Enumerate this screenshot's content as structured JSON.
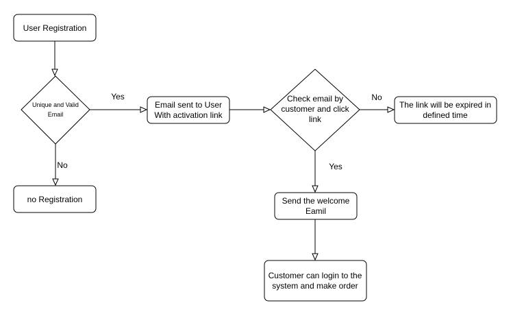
{
  "nodes": {
    "user_registration": {
      "label": "User Registration"
    },
    "unique_valid_email": {
      "line1": "Unique and Valid",
      "line2": "Email"
    },
    "no_registration": {
      "label": "no Registration"
    },
    "email_sent": {
      "line1": "Email sent to User",
      "line2": "With activation link"
    },
    "check_email": {
      "line1": "Check email by",
      "line2": "customer and click",
      "line3": "link"
    },
    "link_expired": {
      "line1": "The link will be expired in",
      "line2": "defined time"
    },
    "send_welcome": {
      "line1": "Send the welcome",
      "line2": "Eamil"
    },
    "customer_login": {
      "line1": "Customer can login to the",
      "line2": "system and make order"
    }
  },
  "edges": {
    "unique_yes": "Yes",
    "unique_no": "No",
    "check_no": "No",
    "check_yes": "Yes"
  }
}
